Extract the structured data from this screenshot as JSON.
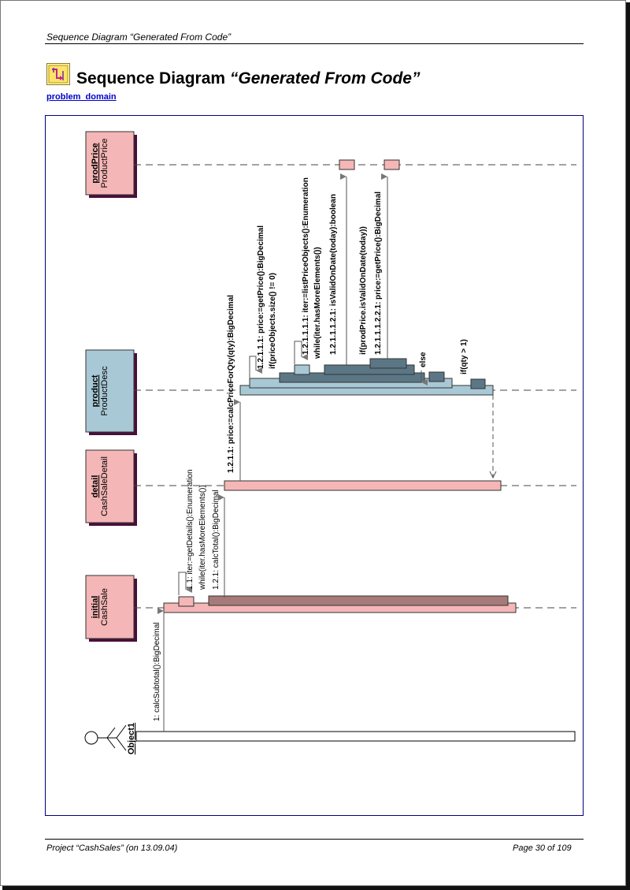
{
  "header": {
    "text": "Sequence Diagram “Generated From Code”"
  },
  "title": {
    "prefix": "Sequence Diagram ",
    "name": "“Generated From Code”"
  },
  "package_link": "problem_domain",
  "colors": {
    "lifeline_pink": "#f4b6b6",
    "lifeline_blue": "#a9c8d6",
    "activation_dark_pink": "#a77a7a",
    "activation_slate": "#5b7786",
    "note_gray": "#777777",
    "frame_navy": "#000080"
  },
  "participants": [
    {
      "id": "prodPrice",
      "name": "prodPrice",
      "type": "ProductPrice"
    },
    {
      "id": "product",
      "name": "product",
      "type": "ProductDesc"
    },
    {
      "id": "detail",
      "name": "detail",
      "type": "CashSaleDetail"
    },
    {
      "id": "initial",
      "name": "initial",
      "type": "CashSale"
    },
    {
      "id": "actor",
      "name": "Object1"
    }
  ],
  "messages": [
    {
      "id": "m1",
      "label": "1: calcSubtotal():BigDecimal"
    },
    {
      "id": "m11",
      "label": "1.1: iter:=getDetails():Enumeration"
    },
    {
      "id": "m11b",
      "label": "while(iter.hasMoreElements())"
    },
    {
      "id": "m121",
      "label": "1.2.1: calcTotal():BigDecimal"
    },
    {
      "id": "m1211",
      "label": "1.2.1.1: price:=calcPriceForQty(qty):BigDecimal"
    },
    {
      "id": "m12111",
      "label": "1.2.1.1.1: price:=getPrice():BigDecimal"
    },
    {
      "id": "m12111b",
      "label": "if(priceObjects.size() != 0)"
    },
    {
      "id": "m121111",
      "label": "1.2.1.1.1.1: iter:=listPriceObjects():Enumeration"
    },
    {
      "id": "m121111b",
      "label": "while(iter.hasMoreElements())"
    },
    {
      "id": "m1211121",
      "label": "1.2.1.1.1.2.1: isValidOnDate(today):boolean"
    },
    {
      "id": "m1211122a",
      "label": "if(prodPrice.isValidOnDate(today))"
    },
    {
      "id": "m1211122",
      "label": "1.2.1.1.1.2.2.1: price:=getPrice():BigDecimal"
    },
    {
      "id": "else",
      "label": "else"
    },
    {
      "id": "ifqty",
      "label": "if(qty > 1)"
    }
  ],
  "footer": {
    "project": "Project “CashSales” (on 13.09.04)",
    "page": "Page 30 of 109"
  }
}
